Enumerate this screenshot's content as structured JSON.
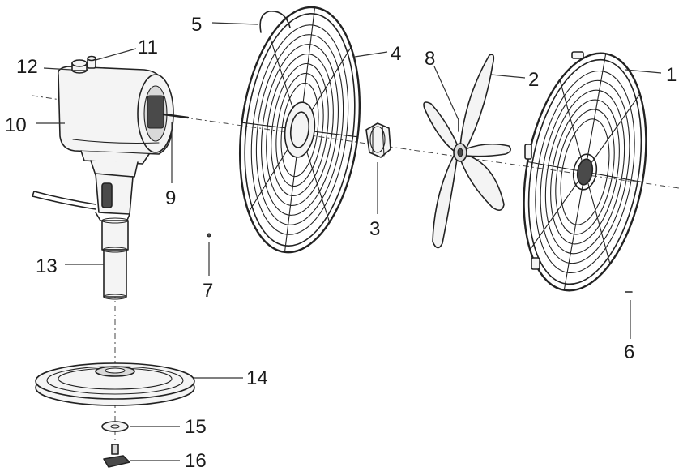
{
  "diagram": {
    "parts": [
      {
        "id": "1",
        "label": "1"
      },
      {
        "id": "2",
        "label": "2"
      },
      {
        "id": "3",
        "label": "3"
      },
      {
        "id": "4",
        "label": "4"
      },
      {
        "id": "5",
        "label": "5"
      },
      {
        "id": "6",
        "label": "6"
      },
      {
        "id": "7",
        "label": "7"
      },
      {
        "id": "8",
        "label": "8"
      },
      {
        "id": "9",
        "label": "9"
      },
      {
        "id": "10",
        "label": "10"
      },
      {
        "id": "11",
        "label": "11"
      },
      {
        "id": "12",
        "label": "12"
      },
      {
        "id": "13",
        "label": "13"
      },
      {
        "id": "14",
        "label": "14"
      },
      {
        "id": "15",
        "label": "15"
      },
      {
        "id": "16",
        "label": "16"
      }
    ]
  }
}
